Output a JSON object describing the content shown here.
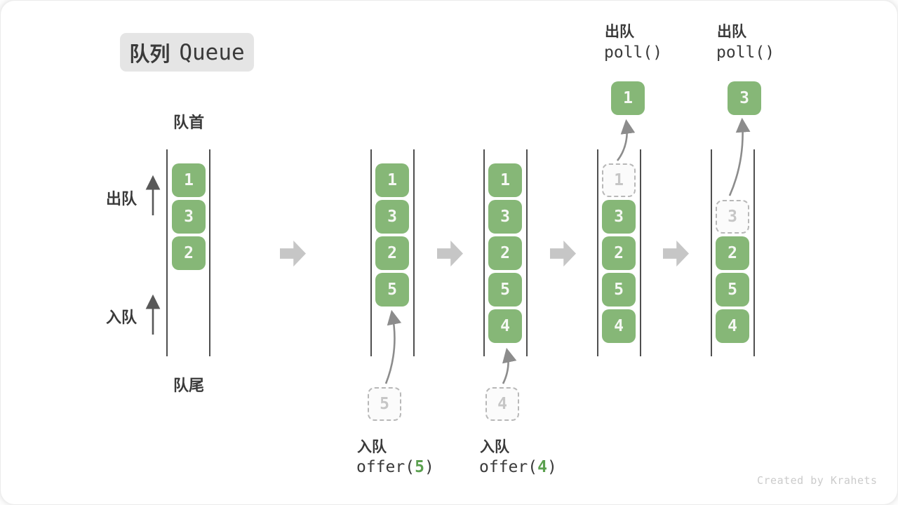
{
  "title": {
    "zh": "队列",
    "en": "Queue"
  },
  "labels": {
    "front": "队首",
    "rear": "队尾",
    "dequeue": "出队",
    "enqueue": "入队"
  },
  "colors": {
    "cell_green": "#86b777",
    "arg_green": "#5ba04f",
    "block_arrow_gray": "#c6c6c6",
    "title_badge_gray": "#e5e5e5"
  },
  "states": [
    {
      "name": "initial",
      "cells": [
        "1",
        "3",
        "2"
      ]
    },
    {
      "name": "after-offer-5",
      "cells": [
        "1",
        "3",
        "2",
        "5"
      ],
      "incoming": "5"
    },
    {
      "name": "after-offer-4",
      "cells": [
        "1",
        "3",
        "2",
        "5",
        "4"
      ],
      "incoming": "4"
    },
    {
      "name": "after-poll-1",
      "ghost": "1",
      "cells": [
        "3",
        "2",
        "5",
        "4"
      ],
      "out": "1"
    },
    {
      "name": "after-poll-3",
      "ghost": "3",
      "cells": [
        "2",
        "5",
        "4"
      ],
      "out": "3"
    }
  ],
  "operations": {
    "enqueue5": {
      "action": "入队",
      "pre": "offer(",
      "arg": "5",
      "post": ")"
    },
    "enqueue4": {
      "action": "入队",
      "pre": "offer(",
      "arg": "4",
      "post": ")"
    },
    "dequeue1": {
      "action": "出队",
      "code": "poll()"
    },
    "dequeue2": {
      "action": "出队",
      "code": "poll()"
    }
  },
  "watermark": "Created by Krahets"
}
